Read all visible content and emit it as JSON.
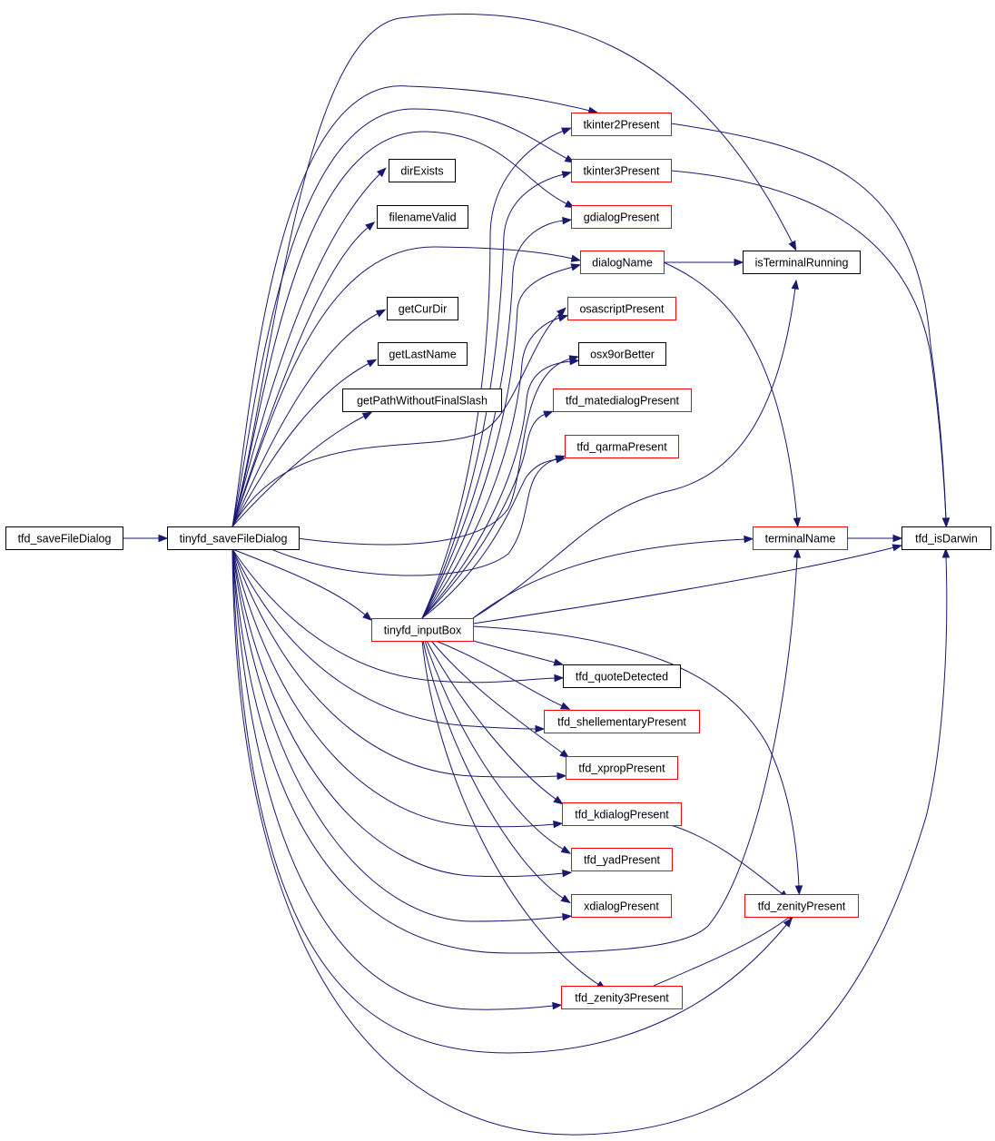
{
  "colors": {
    "edge": "#191970",
    "border_normal": "#000000",
    "border_highlight": "#ff0000",
    "fill_root": "#bfbfbf",
    "fill_default": "#ffffff"
  },
  "nodes": [
    {
      "id": "root",
      "label": "tfd_saveFileDialog",
      "style": "root"
    },
    {
      "id": "tinyfd_saveFileDialog",
      "label": "tinyfd_saveFileDialog",
      "style": "normal"
    },
    {
      "id": "tkinter2Present",
      "label": "tkinter2Present",
      "style": "red"
    },
    {
      "id": "tkinter3Present",
      "label": "tkinter3Present",
      "style": "red"
    },
    {
      "id": "dirExists",
      "label": "dirExists",
      "style": "normal"
    },
    {
      "id": "gdialogPresent",
      "label": "gdialogPresent",
      "style": "red"
    },
    {
      "id": "filenameValid",
      "label": "filenameValid",
      "style": "normal"
    },
    {
      "id": "dialogName",
      "label": "dialogName",
      "style": "red"
    },
    {
      "id": "isTerminalRunning",
      "label": "isTerminalRunning",
      "style": "normal"
    },
    {
      "id": "getCurDir",
      "label": "getCurDir",
      "style": "normal"
    },
    {
      "id": "osascriptPresent",
      "label": "osascriptPresent",
      "style": "red"
    },
    {
      "id": "getLastName",
      "label": "getLastName",
      "style": "normal"
    },
    {
      "id": "osx9orBetter",
      "label": "osx9orBetter",
      "style": "normal"
    },
    {
      "id": "getPathWithoutFinalSlash",
      "label": "getPathWithoutFinalSlash",
      "style": "normal"
    },
    {
      "id": "tfd_matedialogPresent",
      "label": "tfd_matedialogPresent",
      "style": "red"
    },
    {
      "id": "tfd_qarmaPresent",
      "label": "tfd_qarmaPresent",
      "style": "red"
    },
    {
      "id": "terminalName",
      "label": "terminalName",
      "style": "red"
    },
    {
      "id": "tfd_isDarwin",
      "label": "tfd_isDarwin",
      "style": "normal"
    },
    {
      "id": "tinyfd_inputBox",
      "label": "tinyfd_inputBox",
      "style": "red"
    },
    {
      "id": "tfd_quoteDetected",
      "label": "tfd_quoteDetected",
      "style": "normal"
    },
    {
      "id": "tfd_shellementaryPresent",
      "label": "tfd_shellementaryPresent",
      "style": "red"
    },
    {
      "id": "tfd_xpropPresent",
      "label": "tfd_xpropPresent",
      "style": "red"
    },
    {
      "id": "tfd_kdialogPresent",
      "label": "tfd_kdialogPresent",
      "style": "red"
    },
    {
      "id": "tfd_yadPresent",
      "label": "tfd_yadPresent",
      "style": "red"
    },
    {
      "id": "tfd_zenityPresent",
      "label": "tfd_zenityPresent",
      "style": "red"
    },
    {
      "id": "xdialogPresent",
      "label": "xdialogPresent",
      "style": "red"
    },
    {
      "id": "tfd_zenity3Present",
      "label": "tfd_zenity3Present",
      "style": "red"
    }
  ],
  "edges": [
    [
      "root",
      "tinyfd_saveFileDialog"
    ],
    [
      "tinyfd_saveFileDialog",
      "tkinter2Present"
    ],
    [
      "tinyfd_saveFileDialog",
      "tkinter3Present"
    ],
    [
      "tinyfd_saveFileDialog",
      "dirExists"
    ],
    [
      "tinyfd_saveFileDialog",
      "gdialogPresent"
    ],
    [
      "tinyfd_saveFileDialog",
      "filenameValid"
    ],
    [
      "tinyfd_saveFileDialog",
      "dialogName"
    ],
    [
      "tinyfd_saveFileDialog",
      "isTerminalRunning"
    ],
    [
      "tinyfd_saveFileDialog",
      "getCurDir"
    ],
    [
      "tinyfd_saveFileDialog",
      "osascriptPresent"
    ],
    [
      "tinyfd_saveFileDialog",
      "getLastName"
    ],
    [
      "tinyfd_saveFileDialog",
      "osx9orBetter"
    ],
    [
      "tinyfd_saveFileDialog",
      "getPathWithoutFinalSlash"
    ],
    [
      "tinyfd_saveFileDialog",
      "tfd_qarmaPresent"
    ],
    [
      "tinyfd_saveFileDialog",
      "tinyfd_inputBox"
    ],
    [
      "tinyfd_saveFileDialog",
      "tfd_quoteDetected"
    ],
    [
      "tinyfd_saveFileDialog",
      "tfd_shellementaryPresent"
    ],
    [
      "tinyfd_saveFileDialog",
      "tfd_xpropPresent"
    ],
    [
      "tinyfd_saveFileDialog",
      "tfd_kdialogPresent"
    ],
    [
      "tinyfd_saveFileDialog",
      "tfd_yadPresent"
    ],
    [
      "tinyfd_saveFileDialog",
      "xdialogPresent"
    ],
    [
      "tinyfd_saveFileDialog",
      "terminalName"
    ],
    [
      "tinyfd_saveFileDialog",
      "tfd_zenity3Present"
    ],
    [
      "tinyfd_saveFileDialog",
      "tfd_zenityPresent"
    ],
    [
      "tinyfd_saveFileDialog",
      "tfd_isDarwin"
    ],
    [
      "tkinter2Present",
      "tfd_isDarwin"
    ],
    [
      "tkinter3Present",
      "tfd_isDarwin"
    ],
    [
      "dialogName",
      "isTerminalRunning"
    ],
    [
      "dialogName",
      "terminalName"
    ],
    [
      "terminalName",
      "tfd_isDarwin"
    ],
    [
      "tinyfd_inputBox",
      "tkinter2Present"
    ],
    [
      "tinyfd_inputBox",
      "tkinter3Present"
    ],
    [
      "tinyfd_inputBox",
      "gdialogPresent"
    ],
    [
      "tinyfd_inputBox",
      "dialogName"
    ],
    [
      "tinyfd_inputBox",
      "osascriptPresent"
    ],
    [
      "tinyfd_inputBox",
      "osx9orBetter"
    ],
    [
      "tinyfd_inputBox",
      "tfd_matedialogPresent"
    ],
    [
      "tinyfd_inputBox",
      "tfd_qarmaPresent"
    ],
    [
      "tinyfd_inputBox",
      "isTerminalRunning"
    ],
    [
      "tinyfd_inputBox",
      "terminalName"
    ],
    [
      "tinyfd_inputBox",
      "tfd_isDarwin"
    ],
    [
      "tinyfd_inputBox",
      "tfd_quoteDetected"
    ],
    [
      "tinyfd_inputBox",
      "tfd_shellementaryPresent"
    ],
    [
      "tinyfd_inputBox",
      "tfd_xpropPresent"
    ],
    [
      "tinyfd_inputBox",
      "tfd_kdialogPresent"
    ],
    [
      "tinyfd_inputBox",
      "tfd_yadPresent"
    ],
    [
      "tinyfd_inputBox",
      "xdialogPresent"
    ],
    [
      "tinyfd_inputBox",
      "tfd_zenity3Present"
    ],
    [
      "tinyfd_inputBox",
      "tfd_zenityPresent"
    ],
    [
      "tfd_kdialogPresent",
      "tfd_zenityPresent"
    ],
    [
      "tfd_zenity3Present",
      "tfd_zenityPresent"
    ]
  ]
}
